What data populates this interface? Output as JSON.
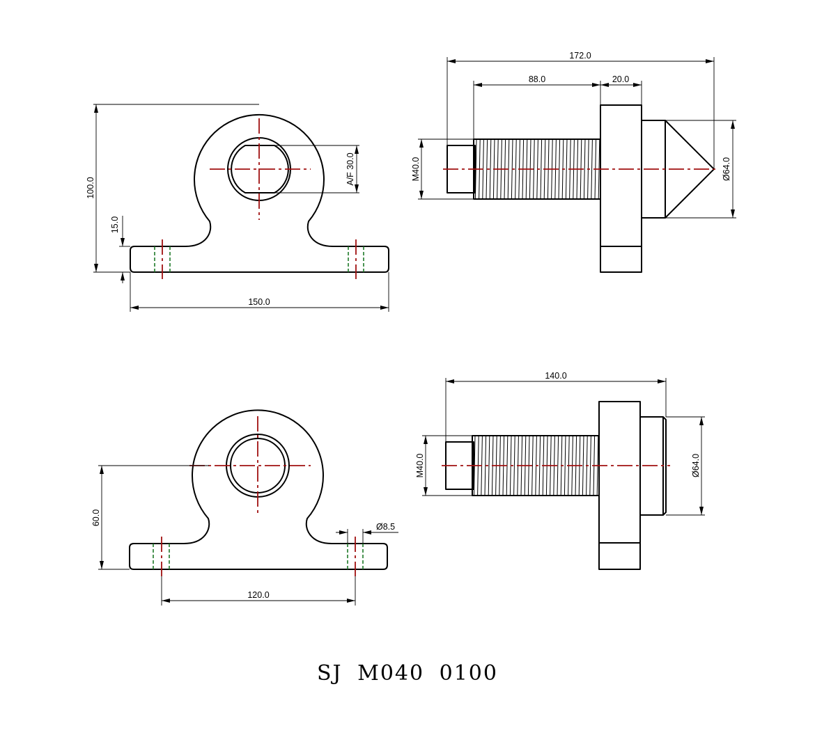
{
  "title_block": {
    "part_code": "SJ  M040  0100"
  },
  "colors": {
    "outline": "#000000",
    "center_line": "#a01010",
    "hidden_line": "#1e7a28"
  },
  "views": {
    "top_left": {
      "dim_height": "100.0",
      "dim_base_thickness": "15.0",
      "dim_width": "150.0",
      "dim_across_flats": "A/F 30.0"
    },
    "top_right": {
      "dim_overall_length": "172.0",
      "dim_thread_length": "88.0",
      "dim_collar_length": "20.0",
      "dim_thread_dia": "M40.0",
      "dim_head_dia": "Ø64.0"
    },
    "bottom_left": {
      "dim_axis_height": "60.0",
      "dim_hole_dia": "Ø8.5",
      "dim_hole_spacing": "120.0"
    },
    "bottom_right": {
      "dim_overall_length": "140.0",
      "dim_thread_dia": "M40.0",
      "dim_head_dia": "Ø64.0"
    }
  }
}
